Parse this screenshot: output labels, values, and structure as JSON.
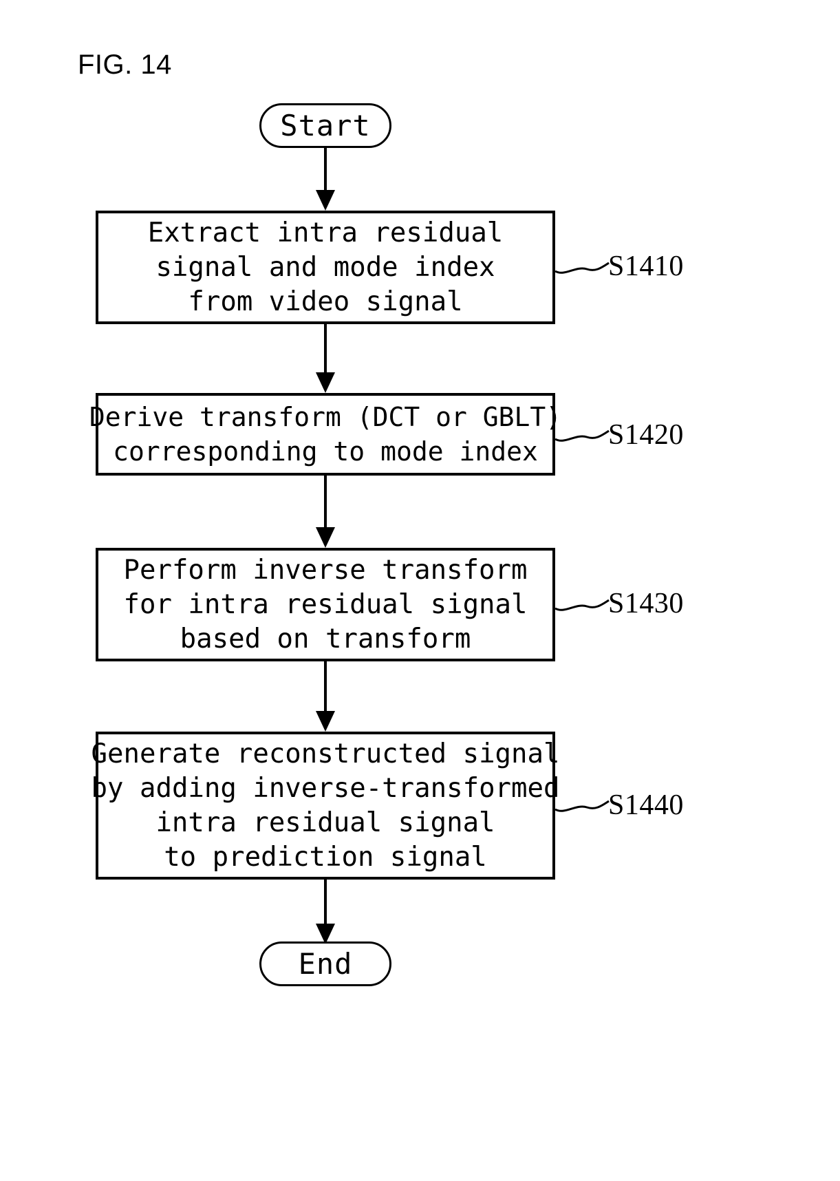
{
  "figure": {
    "title": "FIG. 14",
    "type": "flowchart",
    "orientation": "top-to-bottom"
  },
  "nodes": {
    "start": {
      "label": "Start",
      "shape": "terminal"
    },
    "end": {
      "label": "End",
      "shape": "terminal"
    },
    "steps": [
      {
        "ref": "S1410",
        "shape": "process",
        "lines": [
          "Extract intra residual",
          "signal and mode index",
          "from video signal"
        ]
      },
      {
        "ref": "S1420",
        "shape": "process",
        "lines": [
          "Derive transform (DCT or GBLT)",
          "corresponding to mode index"
        ]
      },
      {
        "ref": "S1430",
        "shape": "process",
        "lines": [
          "Perform inverse transform",
          "for intra residual signal",
          "based on transform"
        ]
      },
      {
        "ref": "S1440",
        "shape": "process",
        "lines": [
          "Generate reconstructed signal",
          "by adding inverse-transformed",
          "intra residual signal",
          "to prediction signal"
        ]
      }
    ]
  },
  "colors": {
    "stroke": "#000000",
    "background": "#ffffff",
    "text": "#000000"
  }
}
